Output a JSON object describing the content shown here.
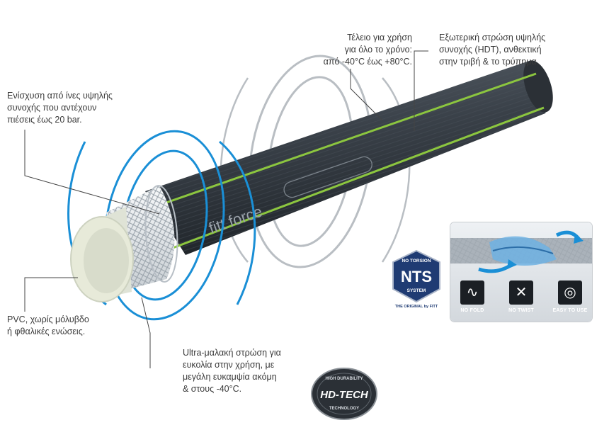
{
  "labels": {
    "fibers": "Ενίσχυση από ίνες υψηλής\nσυνοχής που αντέχουν\nπιέσεις έως 20 bar.",
    "temperature": "Τέλειο για χρήση\nγια όλο το χρόνο:\nαπό -40°C έως +80°C.",
    "outer_layer": "Εξωτερική στρώση υψηλής\nσυνοχής (HDT), ανθεκτική\nστην τριβή & το τρύπημα.",
    "pvc": "PVC, χωρίς μόλυβδο\nή φθαλικές ενώσεις.",
    "ultra_soft": "Ultra-μαλακή στρώση για\nευκολία στην χρήση, με\nμεγάλη ευκαμψία ακόμη\n& στους -40°C."
  },
  "hose": {
    "brand": "fitt force",
    "outer_color": "#3a4149",
    "stripe_color": "#8cc63f",
    "fiber_color": "#e9edf0",
    "inner_color": "#dfe3d6"
  },
  "accent_blue": "#1a8fd6",
  "nts_badge": {
    "top_text": "NO TORSION",
    "main_text": "NTS",
    "bottom_text": "SYSTEM",
    "tagline": "THE ORIGINAL by FITT"
  },
  "features": [
    {
      "label": "NO FOLD",
      "icon": "no-fold-icon"
    },
    {
      "label": "NO TWIST",
      "icon": "no-twist-icon"
    },
    {
      "label": "EASY TO USE",
      "icon": "easy-to-use-icon"
    }
  ],
  "hdtech_badge": {
    "top_text": "HIGH DURABILITY",
    "main_text": "HD-TECH",
    "bottom_text": "TECHNOLOGY"
  }
}
